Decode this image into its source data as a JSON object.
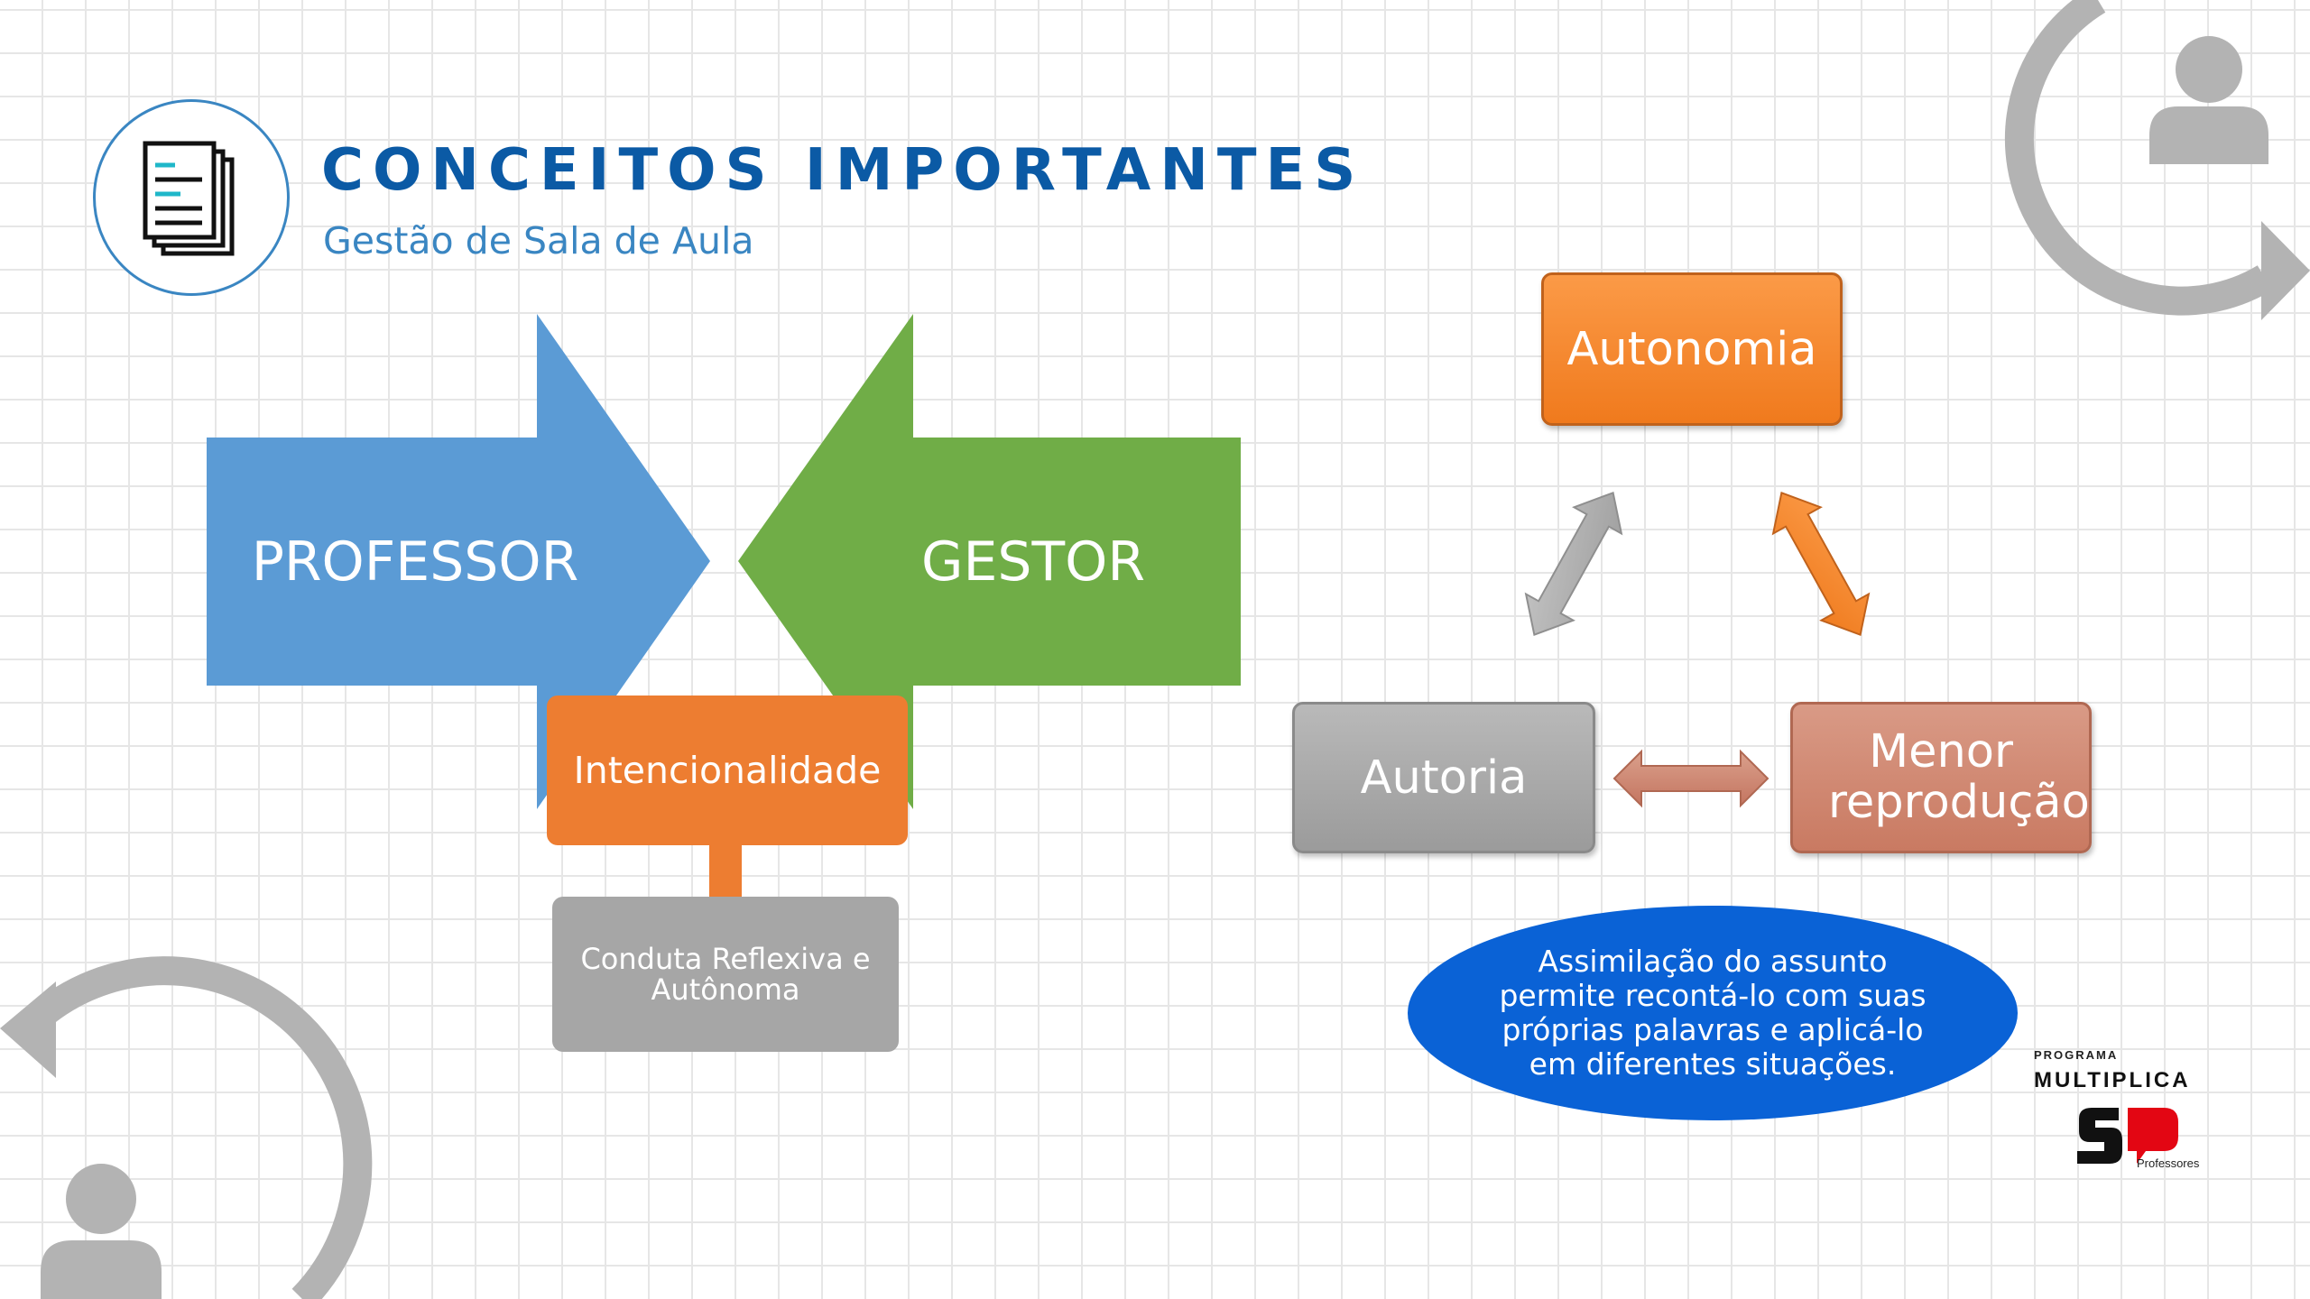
{
  "header": {
    "title": "CONCEITOS IMPORTANTES",
    "subtitle": "Gestão de Sala de Aula",
    "icon": "documents-icon"
  },
  "left_diagram": {
    "arrow_right_label": "PROFESSOR",
    "arrow_left_label": "GESTOR",
    "center_box": "Intencionalidade",
    "bottom_box": "Conduta Reflexiva e Autônoma"
  },
  "right_diagram": {
    "top_box": "Autonomia",
    "left_box": "Autoria",
    "right_box": "Menor reprodução",
    "ellipse_text": "Assimilação do assunto permite recontá-lo com suas próprias palavras e aplicá-lo em diferentes situações."
  },
  "logo": {
    "program": "PROGRAMA",
    "name": "MULTIPLICA",
    "mark": "SP",
    "tagline": "Professores"
  },
  "colors": {
    "blue_arrow": "#5b9bd5",
    "green_arrow": "#70ad47",
    "orange": "#ed7d31",
    "gray": "#a6a6a6",
    "salmon": "#c97a62",
    "title_blue": "#0b5aa5",
    "ellipse_blue": "#0a62d6"
  }
}
